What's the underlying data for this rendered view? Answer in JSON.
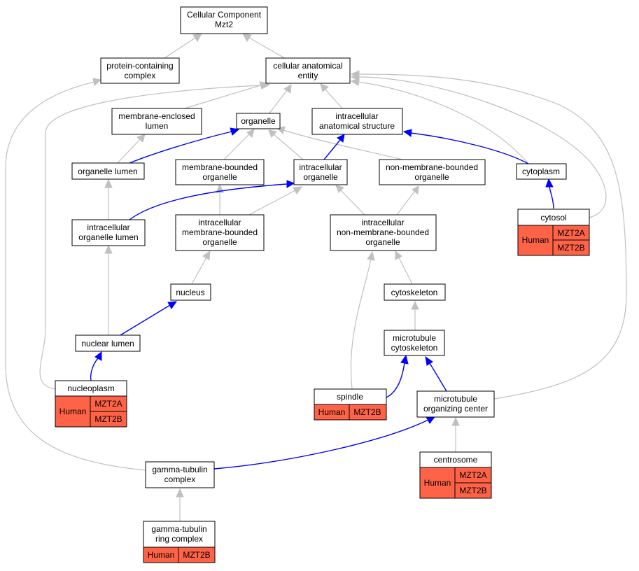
{
  "colors": {
    "annotated": "#ff6347",
    "is_a_edge": "#c0c0c0",
    "part_of_edge": "#0000ff"
  },
  "nodes": {
    "root": {
      "l1": "Cellular Component",
      "l2": "Mzt2"
    },
    "protein_containing_complex": {
      "l1": "protein-containing",
      "l2": "complex"
    },
    "cellular_anatomical_entity": {
      "l1": "cellular anatomical",
      "l2": "entity"
    },
    "membrane_enclosed_lumen": {
      "l1": "membrane-enclosed",
      "l2": "lumen"
    },
    "organelle": {
      "l1": "organelle"
    },
    "intracellular_anatomical_structure": {
      "l1": "intracellular",
      "l2": "anatomical structure"
    },
    "organelle_lumen": {
      "l1": "organelle lumen"
    },
    "membrane_bounded_organelle": {
      "l1": "membrane-bounded",
      "l2": "organelle"
    },
    "intracellular_organelle": {
      "l1": "intracellular",
      "l2": "organelle"
    },
    "non_membrane_bounded_organelle": {
      "l1": "non-membrane-bounded",
      "l2": "organelle"
    },
    "cytoplasm": {
      "l1": "cytoplasm"
    },
    "intracellular_organelle_lumen": {
      "l1": "intracellular",
      "l2": "organelle lumen"
    },
    "intracellular_membrane_bounded_organelle": {
      "l1": "intracellular",
      "l2": "membrane-bounded",
      "l3": "organelle"
    },
    "intracellular_non_membrane_bounded_organelle": {
      "l1": "intracellular",
      "l2": "non-membrane-bounded",
      "l3": "organelle"
    },
    "cytosol": {
      "l1": "cytosol",
      "species": "Human",
      "genes": [
        "MZT2A",
        "MZT2B"
      ]
    },
    "nucleus": {
      "l1": "nucleus"
    },
    "cytoskeleton": {
      "l1": "cytoskeleton"
    },
    "nuclear_lumen": {
      "l1": "nuclear lumen"
    },
    "microtubule_cytoskeleton": {
      "l1": "microtubule",
      "l2": "cytoskeleton"
    },
    "nucleoplasm": {
      "l1": "nucleoplasm",
      "species": "Human",
      "genes": [
        "MZT2A",
        "MZT2B"
      ]
    },
    "spindle": {
      "l1": "spindle",
      "species": "Human",
      "genes": [
        "MZT2B"
      ]
    },
    "microtubule_organizing_center": {
      "l1": "microtubule",
      "l2": "organizing center"
    },
    "centrosome": {
      "l1": "centrosome",
      "species": "Human",
      "genes": [
        "MZT2A",
        "MZT2B"
      ]
    },
    "gamma_tubulin_complex": {
      "l1": "gamma-tubulin",
      "l2": "complex"
    },
    "gamma_tubulin_ring_complex": {
      "l1": "gamma-tubulin",
      "l2": "ring complex",
      "species": "Human",
      "genes": [
        "MZT2B"
      ]
    }
  }
}
